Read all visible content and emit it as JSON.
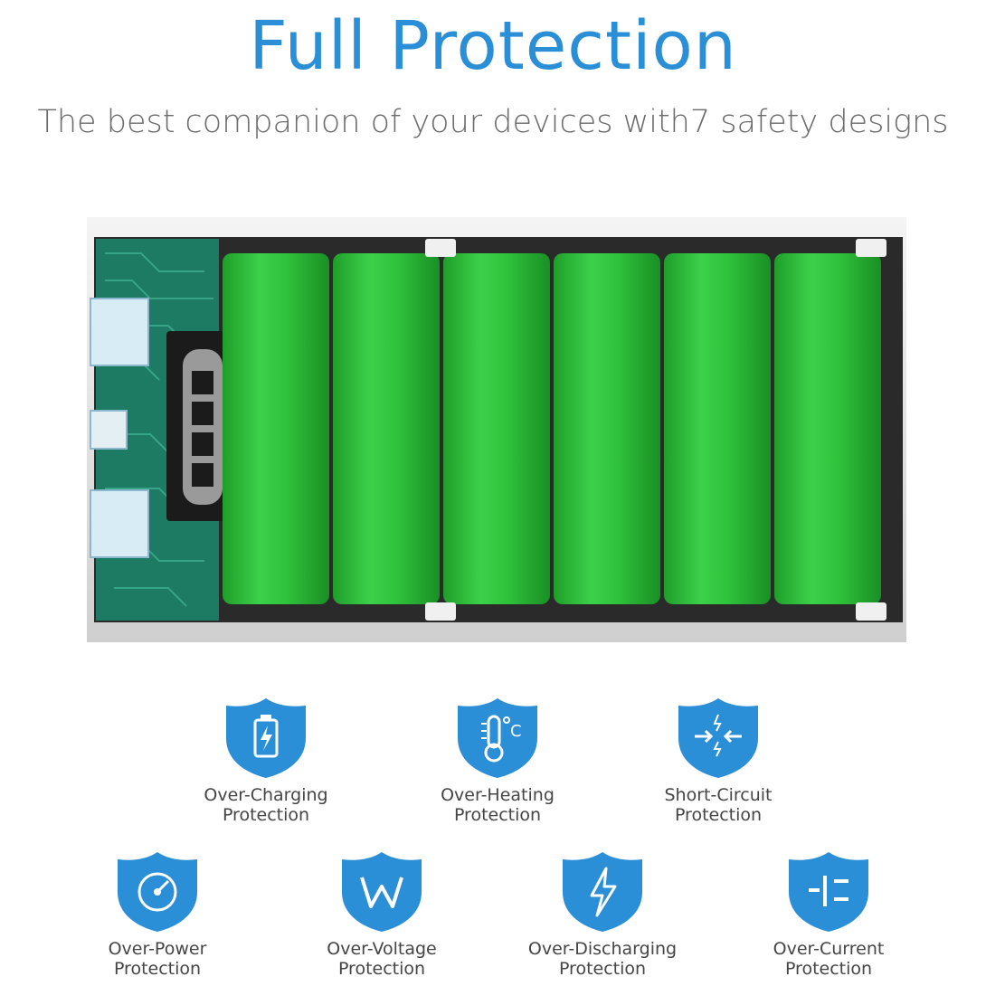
{
  "header": {
    "title": "Full Protection",
    "subtitle": "The best companion of your devices with7 safety designs"
  },
  "product": {
    "cell_color": "#2fbf3a",
    "pcb_color": "#1d7a63"
  },
  "colors": {
    "accent": "#2b8fd8",
    "shield": "#2b8fd8"
  },
  "protections": [
    {
      "line1": "Over-Charging",
      "line2": "Protection",
      "icon": "battery-bolt-icon"
    },
    {
      "line1": "Over-Heating",
      "line2": "Protection",
      "icon": "thermometer-icon"
    },
    {
      "line1": "Short-Circuit",
      "line2": "Protection",
      "icon": "short-circuit-icon"
    },
    {
      "line1": "Over-Power",
      "line2": "Protection",
      "icon": "gauge-icon"
    },
    {
      "line1": "Over-Voltage",
      "line2": "Protection",
      "icon": "voltage-w-icon"
    },
    {
      "line1": "Over-Discharging",
      "line2": "Protection",
      "icon": "lightning-bolt-icon"
    },
    {
      "line1": "Over-Current",
      "line2": "Protection",
      "icon": "current-icon"
    }
  ]
}
